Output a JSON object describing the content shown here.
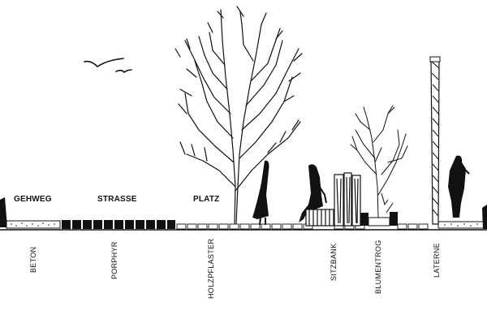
{
  "zones": {
    "gehweg": "GEHWEG",
    "strasse": "STRASSE",
    "platz": "PLATZ"
  },
  "materials": {
    "beton": "BETON",
    "porphyr": "PORPHYR",
    "holzpflaster": "HOLZPFLASTER",
    "sitzbank": "SITZBANK",
    "blumentrog": "BLUMENTROG",
    "laterne": "LATERNE"
  },
  "colors": {
    "ink": "#111111",
    "paper": "#ffffff"
  }
}
